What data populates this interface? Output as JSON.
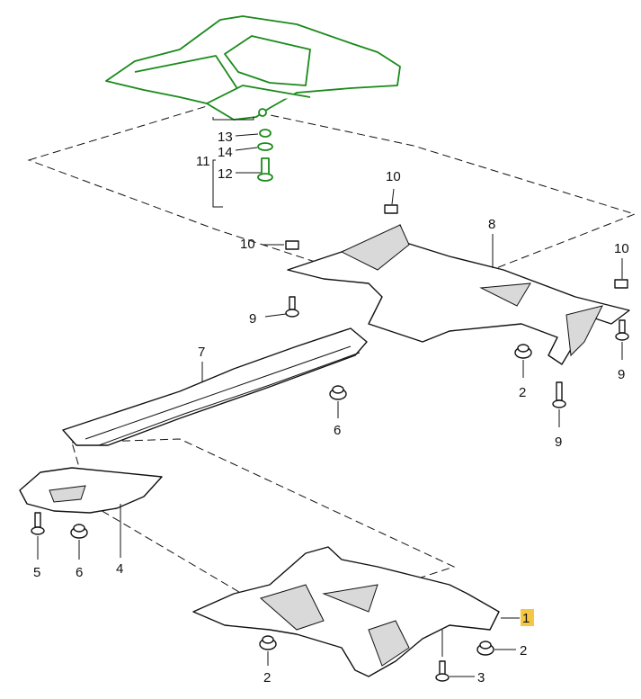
{
  "diagram": {
    "highlight_color": "#f6c744",
    "accent_outline_color": "#1a8a1a",
    "callouts": {
      "c1": "1",
      "c2a": "2",
      "c2b": "2",
      "c2c": "2",
      "c3": "3",
      "c4": "4",
      "c5": "5",
      "c6a": "6",
      "c6b": "6",
      "c7": "7",
      "c8": "8",
      "c9a": "9",
      "c9b": "9",
      "c9c": "9",
      "c10a": "10",
      "c10b": "10",
      "c10c": "10",
      "c11": "11",
      "c12": "12",
      "c13": "13",
      "c14": "14"
    },
    "highlighted_callout": "1"
  }
}
